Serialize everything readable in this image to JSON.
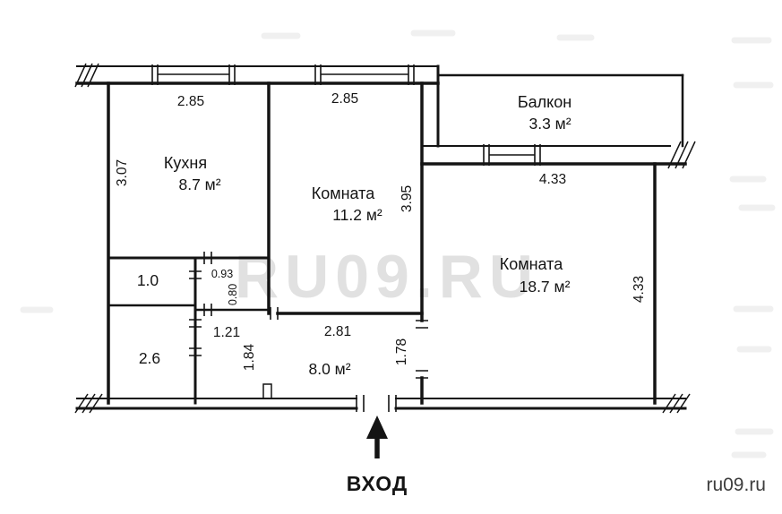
{
  "watermark": {
    "large": "RU09.RU",
    "small": "ru09.ru"
  },
  "entrance": {
    "label": "ВХОД"
  },
  "rooms": {
    "kitchen": {
      "label": "Кухня",
      "area": "8.7 м²"
    },
    "room_a": {
      "label": "Комната",
      "area": "11.2 м²"
    },
    "room_b": {
      "label": "Комната",
      "area": "18.7 м²"
    },
    "balcony": {
      "label": "Балкон",
      "area": "3.3 м²"
    },
    "hallway": {
      "area": "8.0 м²"
    },
    "closet_a": {
      "area": "1.0"
    },
    "closet_b": {
      "area": "2.6"
    }
  },
  "dimensions": {
    "kitchen_width": "2.85",
    "kitchen_depth": "3.07",
    "room_a_width": "2.85",
    "room_a_depth": "3.95",
    "room_b_width": "4.33",
    "room_b_depth": "4.33",
    "niche_width": "0.93",
    "niche_depth": "0.80",
    "hall_left_width": "1.21",
    "hall_left_depth": "1.84",
    "hall_width": "2.81",
    "hall_right_depth": "1.78"
  }
}
